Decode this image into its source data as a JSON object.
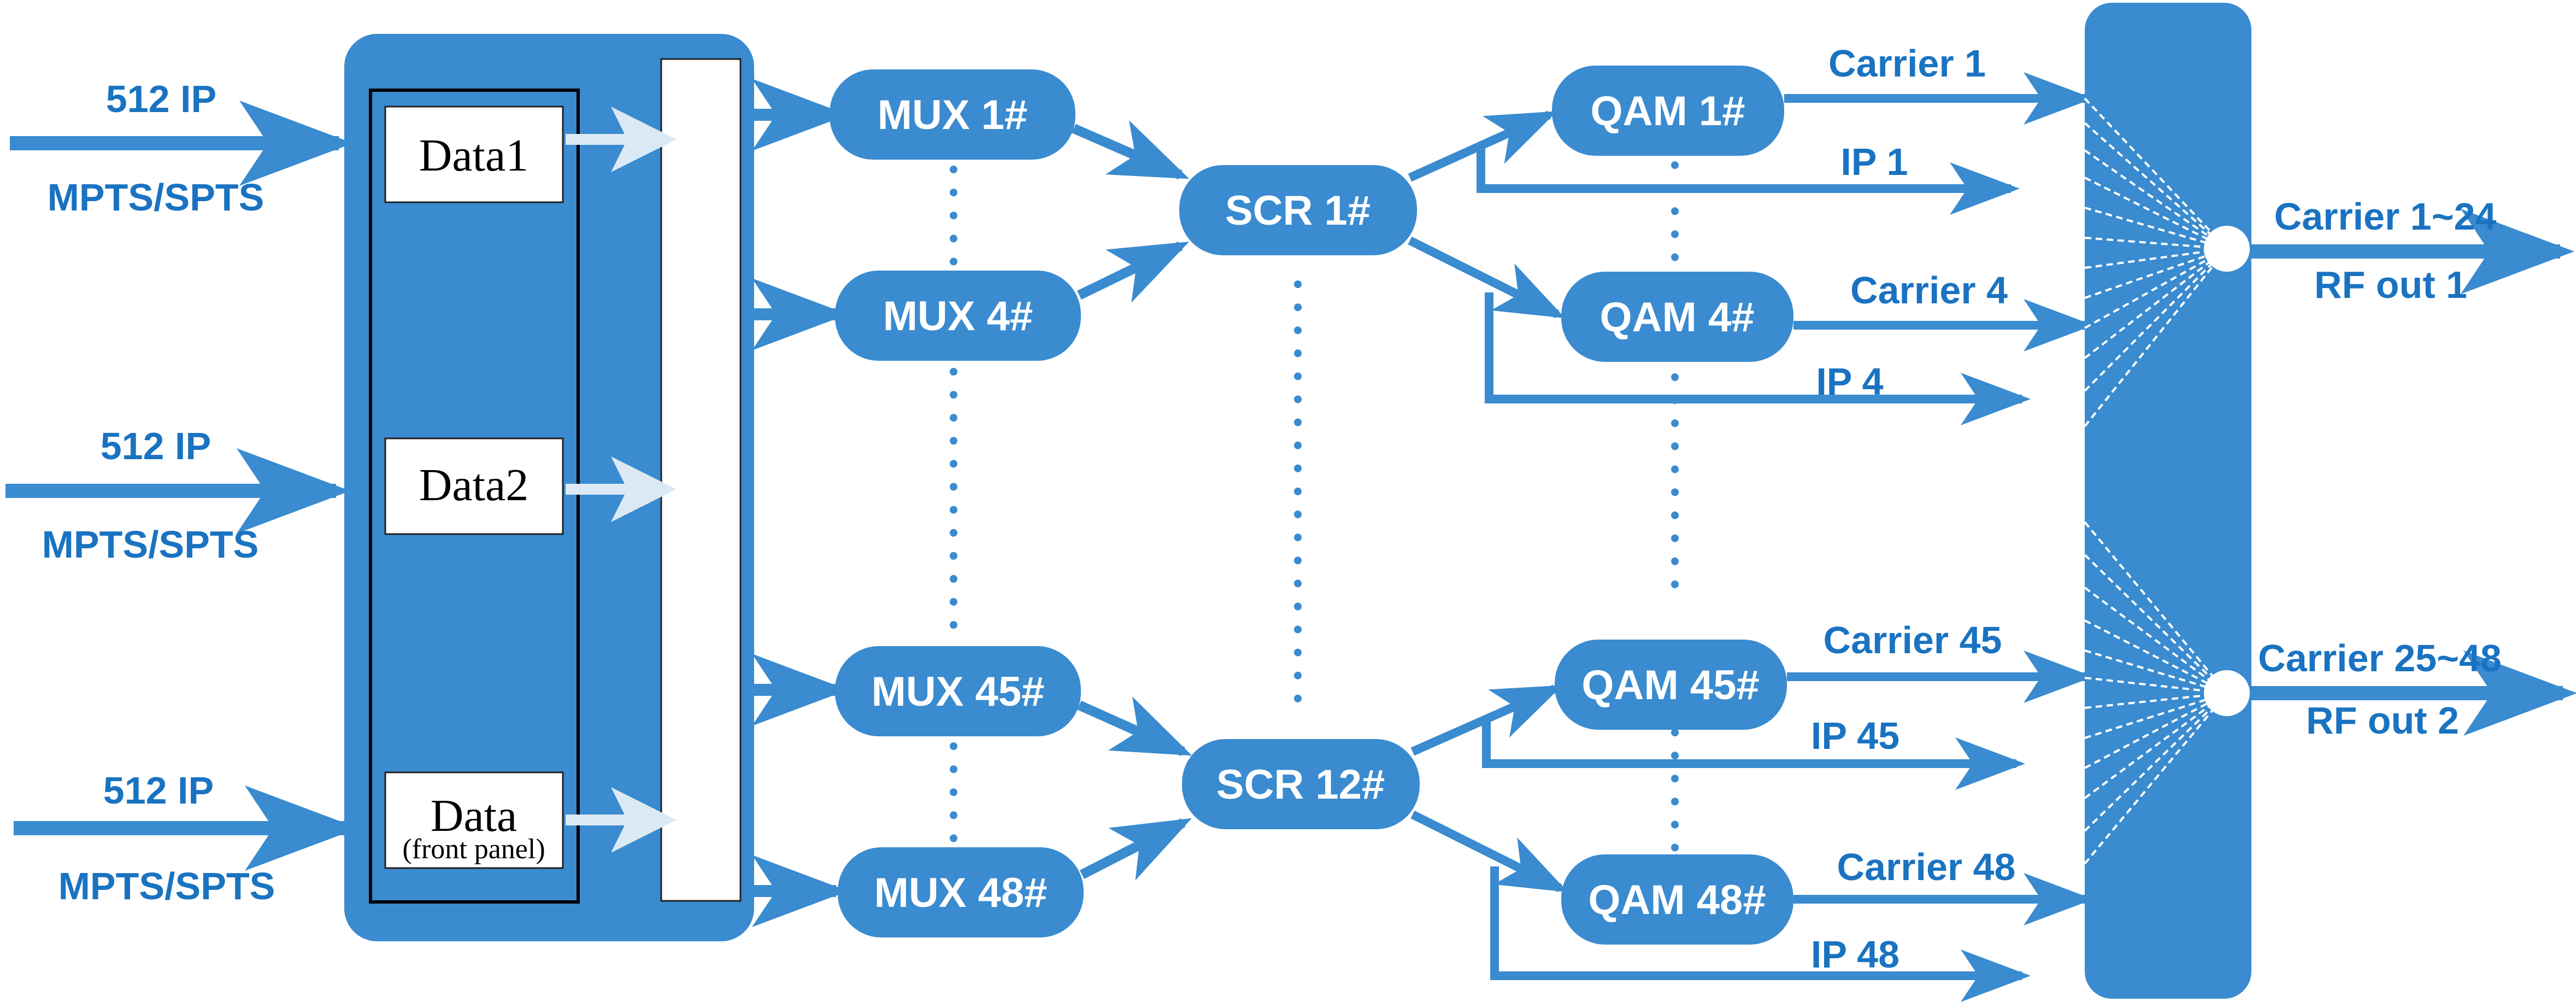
{
  "inputs": [
    {
      "top": "512 IP",
      "bottom": "MPTS/SPTS"
    },
    {
      "top": "512 IP",
      "bottom": "MPTS/SPTS"
    },
    {
      "top": "512 IP",
      "bottom": "MPTS/SPTS"
    }
  ],
  "data_sources": [
    {
      "label": "Data1"
    },
    {
      "label": "Data2"
    },
    {
      "label": "Data",
      "sub": "(front panel)"
    }
  ],
  "muxes": [
    "MUX 1#",
    "MUX 4#",
    "MUX 45#",
    "MUX 48#"
  ],
  "scramblers": [
    "SCR 1#",
    "SCR 12#"
  ],
  "qams": [
    "QAM 1#",
    "QAM 4#",
    "QAM 45#",
    "QAM 48#"
  ],
  "carriers": [
    "Carrier 1",
    "Carrier 4",
    "Carrier 45",
    "Carrier 48"
  ],
  "ips": [
    "IP 1",
    "IP 4",
    "IP 45",
    "IP 48"
  ],
  "outputs": [
    {
      "carriers": "Carrier 1~24",
      "rf": "RF out 1"
    },
    {
      "carriers": "Carrier 25~48",
      "rf": "RF out 2"
    }
  ],
  "colors": {
    "primary": "#3a8bcf",
    "label": "#1a73c1",
    "light": "#dbe9f5"
  }
}
